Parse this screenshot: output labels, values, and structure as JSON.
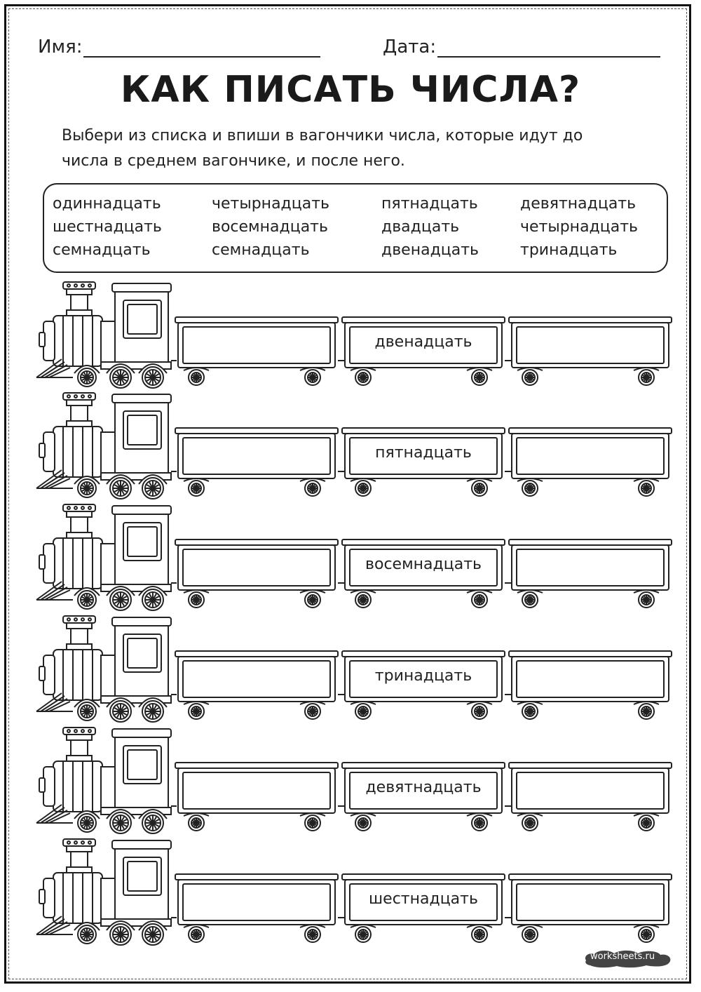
{
  "header": {
    "name_label": "Имя:",
    "date_label": "Дата:"
  },
  "title": "КАК ПИСАТЬ ЧИСЛА?",
  "instruction": {
    "line1": "Выбери из списка и впиши в вагончики числа, которые идут до",
    "line2": "числа в среднем вагончике, и после него."
  },
  "word_bank": [
    [
      "одиннадцать",
      "шестнадцать",
      "семнадцать"
    ],
    [
      "четырнадцать",
      "восемнадцать",
      "семнадцать"
    ],
    [
      "пятнадцать",
      "двадцать",
      "двенадцать"
    ],
    [
      "девятнадцать",
      "четырнадцать",
      "тринадцать"
    ]
  ],
  "trains": [
    {
      "middle_word": "двенадцать"
    },
    {
      "middle_word": "пятнадцать"
    },
    {
      "middle_word": "восемнадцать"
    },
    {
      "middle_word": "тринадцать"
    },
    {
      "middle_word": "девятнадцать"
    },
    {
      "middle_word": "шестнадцать"
    }
  ],
  "watermark": "worksheets.ru",
  "colors": {
    "ink": "#222222",
    "watermark_bg": "#444444"
  }
}
